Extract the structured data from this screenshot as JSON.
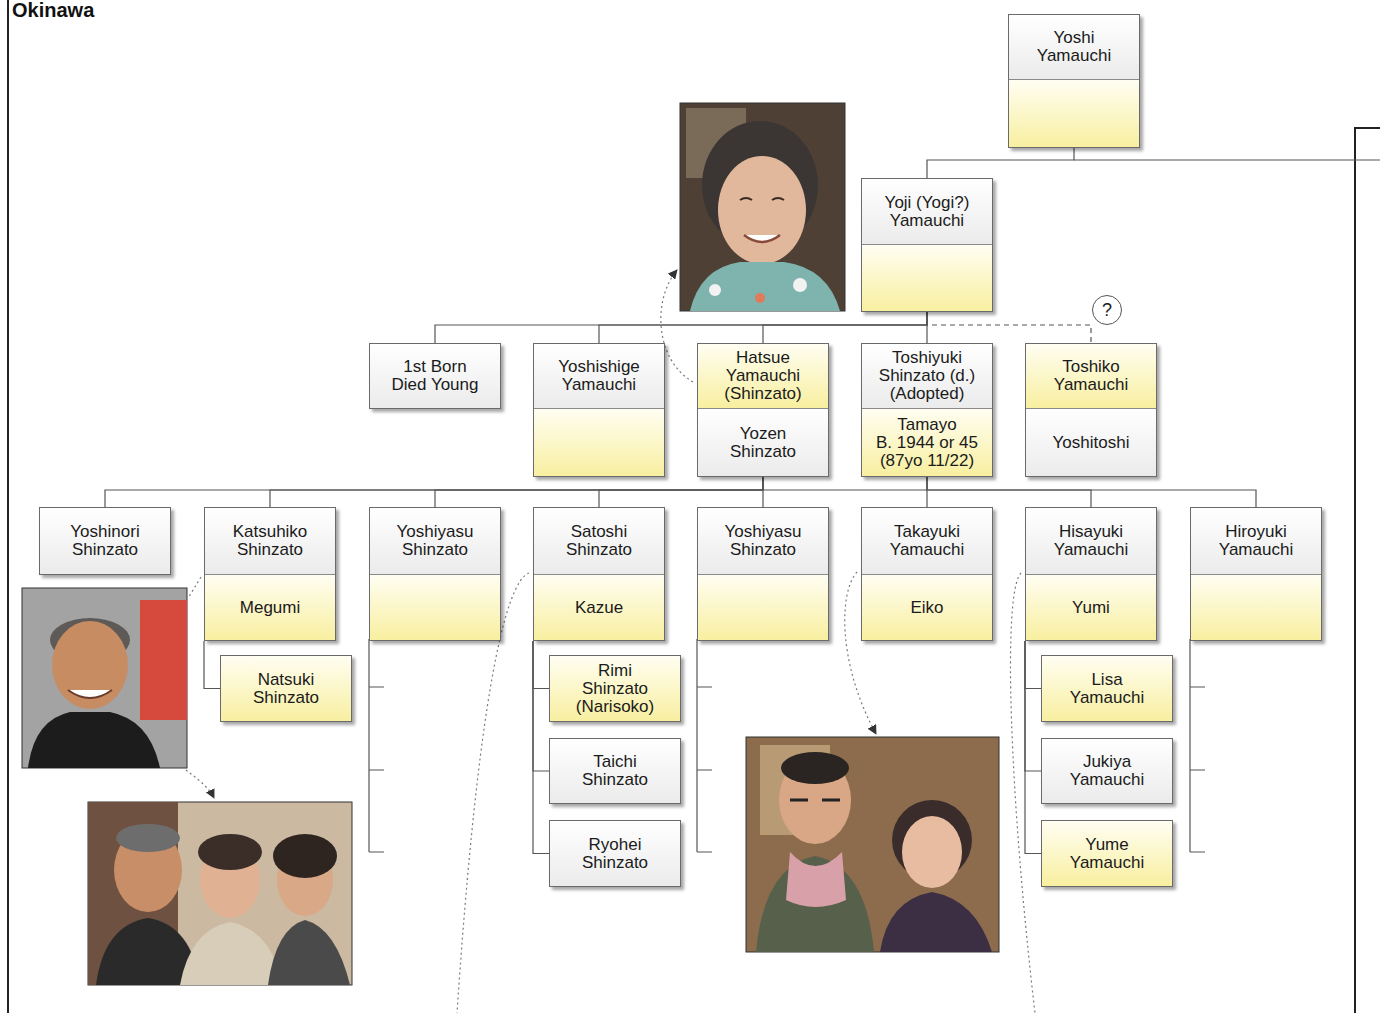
{
  "diagram": {
    "title": "Okinawa",
    "nodes": [
      {
        "text": [
          "Yoshi Yamauchi"
        ]
      },
      {
        "text": [
          "Yoji (Yogi?) Yamauchi"
        ]
      },
      {
        "text": [
          "1st Born Died Young"
        ]
      },
      {
        "text": [
          "Yoshishige Yamauchi"
        ]
      },
      {
        "text": [
          "Hatsue Yamauchi (Shinzato)",
          "Yozen Shinzato"
        ]
      },
      {
        "text": [
          "Toshiyuki Shinzato (d.) (Adopted)",
          "Tamayo B. 1944 or 45 (87yo 11/22)"
        ]
      },
      {
        "text": [
          "Toshiko Yamauchi",
          "Yoshitoshi"
        ]
      },
      {
        "text": [
          "Yoshinori Shinzato"
        ]
      },
      {
        "text": [
          "Katsuhiko Shinzato",
          "Megumi"
        ]
      },
      {
        "text": [
          "Yoshiyasu Shinzato"
        ]
      },
      {
        "text": [
          "Satoshi Shinzato",
          "Kazue"
        ]
      },
      {
        "text": [
          "Yoshiyasu Shinzato"
        ]
      },
      {
        "text": [
          "Takayuki Yamauchi",
          "Eiko"
        ]
      },
      {
        "text": [
          "Hisayuki Yamauchi",
          "Yumi"
        ]
      },
      {
        "text": [
          "Hiroyuki Yamauchi"
        ]
      },
      {
        "text": [
          "Natsuki Shinzato"
        ]
      },
      {
        "text": [
          "Rimi Shinzato (Narisoko)"
        ]
      },
      {
        "text": [
          "Taichi Shinzato"
        ]
      },
      {
        "text": [
          "Ryohei Shinzato"
        ]
      },
      {
        "text": [
          "Lisa Yamauchi"
        ]
      },
      {
        "text": [
          "Jukiya Yamauchi"
        ]
      },
      {
        "text": [
          "Yume Yamauchi"
        ]
      },
      {
        "text": [
          "?"
        ]
      }
    ],
    "edges": [
      {
        "from": 0,
        "to": 1,
        "arrow": "none"
      },
      {
        "from": 1,
        "to": 2,
        "arrow": "none"
      },
      {
        "from": 1,
        "to": 3,
        "arrow": "none"
      },
      {
        "from": 1,
        "to": 4,
        "arrow": "none"
      },
      {
        "from": 1,
        "to": 5,
        "arrow": "none"
      },
      {
        "from": 1,
        "to": 6,
        "arrow": "none"
      },
      {
        "from": 4,
        "to": 7,
        "arrow": "none"
      },
      {
        "from": 4,
        "to": 8,
        "arrow": "none"
      },
      {
        "from": 4,
        "to": 9,
        "arrow": "none"
      },
      {
        "from": 4,
        "to": 10,
        "arrow": "none"
      },
      {
        "from": 4,
        "to": 11,
        "arrow": "none"
      },
      {
        "from": 5,
        "to": 12,
        "arrow": "none"
      },
      {
        "from": 5,
        "to": 13,
        "arrow": "none"
      },
      {
        "from": 5,
        "to": 14,
        "arrow": "none"
      },
      {
        "from": 8,
        "to": 15,
        "arrow": "none"
      },
      {
        "from": 10,
        "to": 16,
        "arrow": "none"
      },
      {
        "from": 10,
        "to": 17,
        "arrow": "none"
      },
      {
        "from": 10,
        "to": 18,
        "arrow": "none"
      },
      {
        "from": 13,
        "to": 19,
        "arrow": "none"
      },
      {
        "from": 13,
        "to": 20,
        "arrow": "none"
      },
      {
        "from": 13,
        "to": 21,
        "arrow": "none"
      }
    ]
  }
}
